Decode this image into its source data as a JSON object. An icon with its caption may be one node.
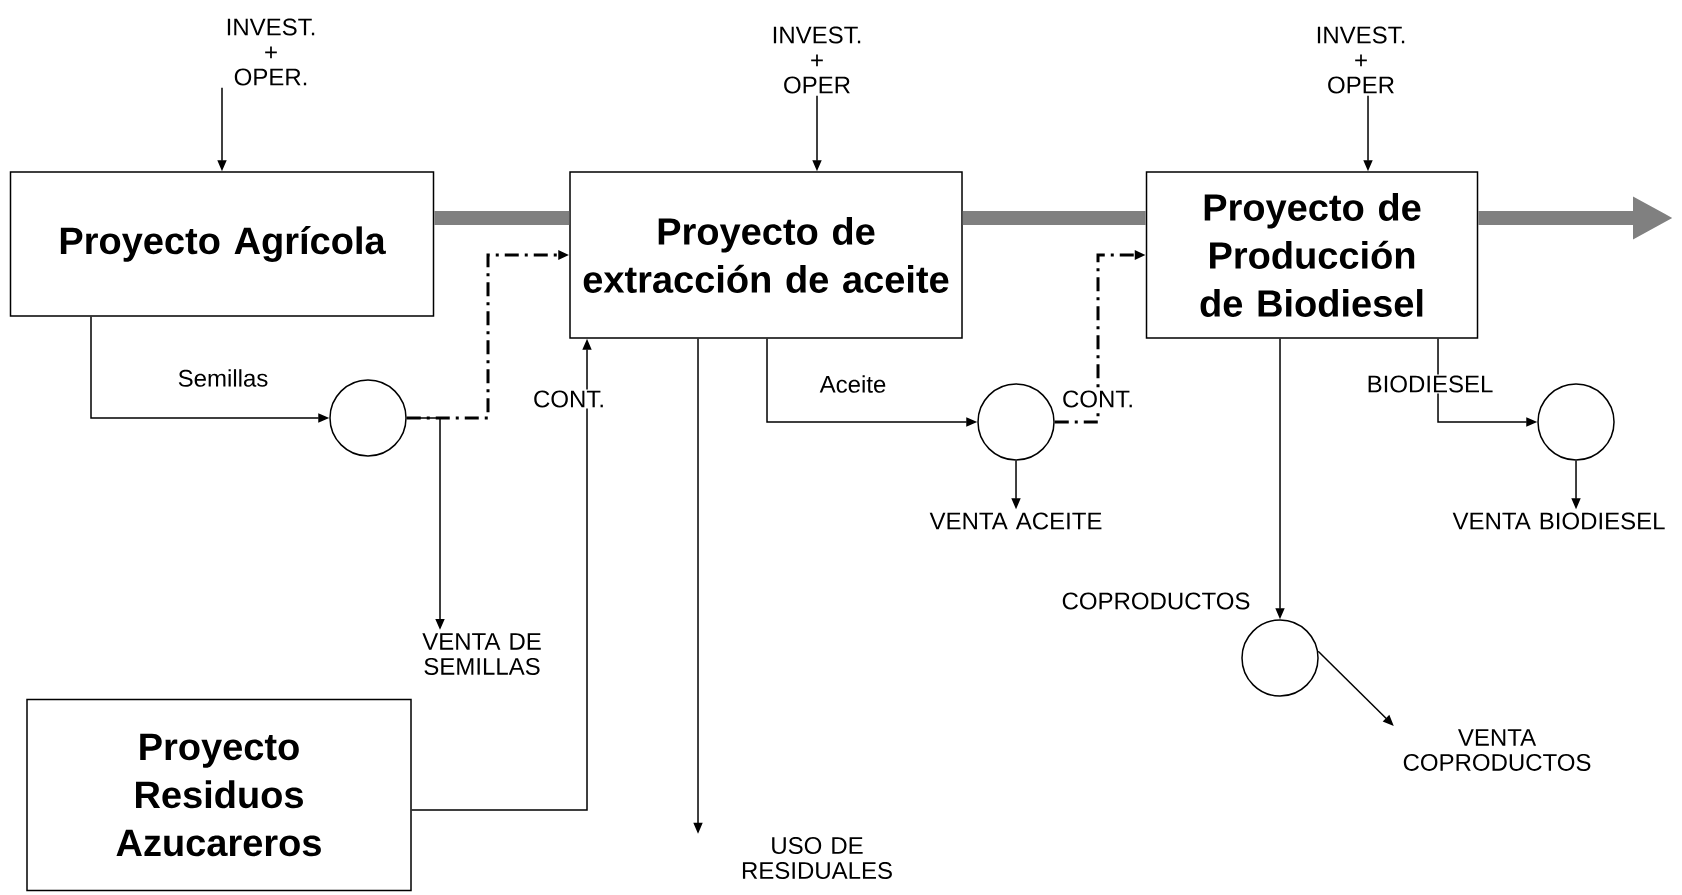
{
  "diagram": {
    "nodes": [
      {
        "text": [
          "INVEST. + OPER."
        ]
      },
      {
        "text": [
          "INVEST. + OPER"
        ]
      },
      {
        "text": [
          "INVEST. + OPER"
        ]
      },
      {
        "text": [
          "Proyecto  Agrícola"
        ]
      },
      {
        "text": [
          "Proyecto de extracción de aceite"
        ]
      },
      {
        "text": [
          "Proyecto de Producción de Biodiesel"
        ]
      },
      {
        "text": [],
        "shape": "circle"
      },
      {
        "text": [],
        "shape": "circle"
      },
      {
        "text": [],
        "shape": "circle"
      },
      {
        "text": [
          "VENTA ACEITE"
        ]
      },
      {
        "text": [
          "VENTA BIODIESEL"
        ]
      },
      {
        "text": [
          "VENTA  DE SEMILLAS"
        ]
      },
      {
        "text": [],
        "shape": "circle"
      },
      {
        "text": [
          "Proyecto Residuos Azucareros"
        ]
      },
      {
        "text": [
          "VENTA COPRODUCTOS"
        ]
      },
      {
        "text": [
          "USO DE RESIDUALES"
        ]
      }
    ],
    "edges": [
      {
        "from": 0,
        "to": 3,
        "arrow": "to"
      },
      {
        "from": 1,
        "to": 4,
        "arrow": "to"
      },
      {
        "from": 2,
        "to": 5,
        "arrow": "to"
      },
      {
        "from": 3,
        "to": 4,
        "arrow": "none",
        "style": "thick",
        "color": "#808080"
      },
      {
        "from": 4,
        "to": 5,
        "arrow": "none",
        "style": "thick",
        "color": "#808080"
      },
      {
        "from": 5,
        "to": null,
        "arrow": "to",
        "style": "thick",
        "color": "#808080"
      },
      {
        "from": 3,
        "to": 6,
        "arrow": "to",
        "label": "Semillas"
      },
      {
        "from": 6,
        "to": 4,
        "arrow": "to",
        "style": "dashed"
      },
      {
        "from": 6,
        "to": 11,
        "arrow": "to"
      },
      {
        "from": 13,
        "to": 4,
        "arrow": "to",
        "label": "CONT."
      },
      {
        "from": 4,
        "to": 15,
        "arrow": "to"
      },
      {
        "from": 4,
        "to": 7,
        "arrow": "to",
        "label": "Aceite"
      },
      {
        "from": 7,
        "to": 9,
        "arrow": "to"
      },
      {
        "from": 7,
        "to": 5,
        "arrow": "to",
        "style": "dashed",
        "label": "CONT."
      },
      {
        "from": 5,
        "to": 8,
        "arrow": "to",
        "label": "BIODIESEL"
      },
      {
        "from": 8,
        "to": 10,
        "arrow": "to"
      },
      {
        "from": 5,
        "to": 12,
        "arrow": "to",
        "label": "COPRODUCTOS"
      },
      {
        "from": 12,
        "to": 14,
        "arrow": "to"
      }
    ]
  }
}
